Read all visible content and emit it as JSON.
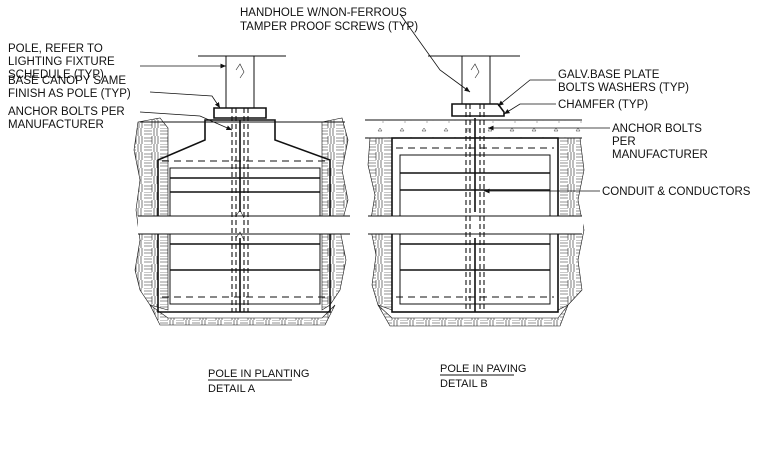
{
  "labels": {
    "handhole": [
      "HANDHOLE W/NON-FERROUS",
      "TAMPER PROOF SCREWS (TYP)"
    ],
    "pole_ref": [
      "POLE, REFER TO",
      "LIGHTING FIXTURE",
      "SCHEDULE (TYP)"
    ],
    "base_canopy": [
      "BASE CANOPY SAME",
      "FINISH AS POLE (TYP)"
    ],
    "anchor_bolts_a": [
      "ANCHOR BOLTS PER",
      "MANUFACTURER"
    ],
    "galv_base": [
      "GALV.BASE PLATE",
      "BOLTS WASHERS (TYP)"
    ],
    "chamfer": [
      "CHAMFER (TYP)"
    ],
    "anchor_bolts_b": [
      "ANCHOR BOLTS",
      "PER",
      "MANUFACTURER"
    ],
    "conduit": [
      "CONDUIT & CONDUCTORS"
    ]
  },
  "captions": {
    "detail_a": {
      "title": "POLE IN PLANTING",
      "sub": "DETAIL A"
    },
    "detail_b": {
      "title": "POLE IN PAVING",
      "sub": "DETAIL B"
    }
  }
}
